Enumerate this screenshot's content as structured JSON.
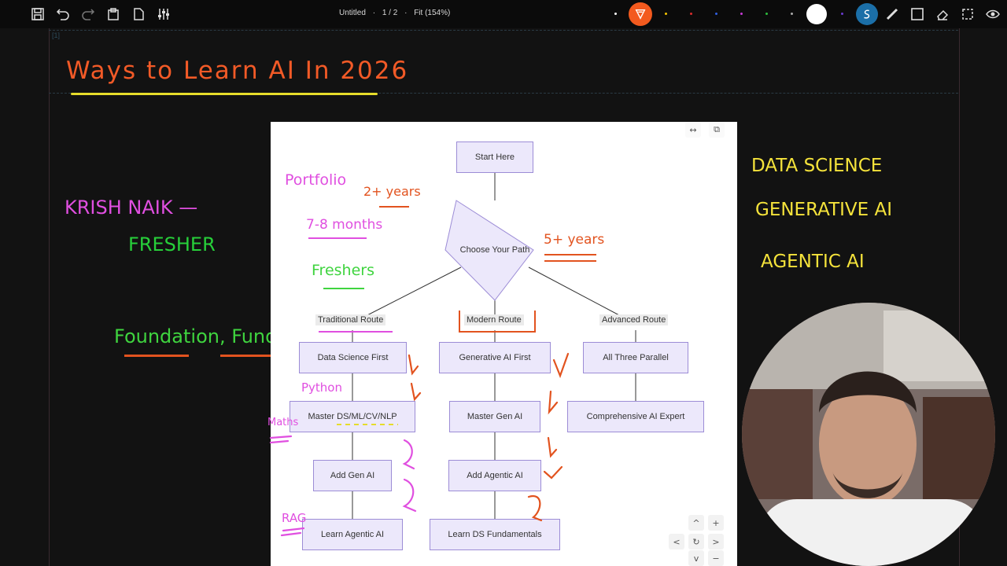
{
  "toolbar": {
    "doc_name": "Untitled",
    "page_indicator": "1 / 2",
    "zoom": "Fit (154%)",
    "colors": [
      "#ffffff",
      "#f5c400",
      "#d92b2b",
      "#2f5fe0",
      "#c83ad6",
      "#2dbb3d",
      "#ffffff",
      "#6a3bd0"
    ],
    "icons": [
      "save-icon",
      "undo-icon",
      "redo-icon",
      "clipboard-icon",
      "page-icon",
      "sliders-icon",
      "pen-tool-icon",
      "smart-ink-icon",
      "ruler-icon",
      "rectangle-icon",
      "eraser-icon",
      "select-icon",
      "eye-icon"
    ]
  },
  "canvas": {
    "title": "Ways to Learn AI In 2026",
    "left_notes": {
      "name": "KRISH NAIK —",
      "fresher": "FRESHER",
      "foundation": "Foundation, Fundamentals"
    },
    "right_notes": [
      "DATA SCIENCE",
      "GENERATIVE AI",
      "AGENTIC AI"
    ],
    "flow_annotations": {
      "portfolio": "Portfolio",
      "years_2": "2+ years",
      "months": "7-8 months",
      "freshers": "Freshers",
      "years_5": "5+ years",
      "python": "Python",
      "maths": "Maths",
      "rag": "RAG"
    }
  },
  "flowchart": {
    "start": "Start Here",
    "decision": "Choose Your Path",
    "routes": [
      "Traditional Route",
      "Modern Route",
      "Advanced Route"
    ],
    "traditional": [
      "Data Science First",
      "Master DS/ML/CV/NLP",
      "Add Gen AI",
      "Learn Agentic AI"
    ],
    "modern": [
      "Generative AI First",
      "Master Gen AI",
      "Add Agentic AI",
      "Learn DS Fundamentals"
    ],
    "advanced": [
      "All Three Parallel",
      "Comprehensive AI Expert"
    ],
    "controls": {
      "expand": "↔",
      "copy": "⧉",
      "up": "^",
      "down": "v",
      "left": "<",
      "right": ">",
      "reset": "↻",
      "zoom_in": "+",
      "zoom_out": "−"
    }
  }
}
